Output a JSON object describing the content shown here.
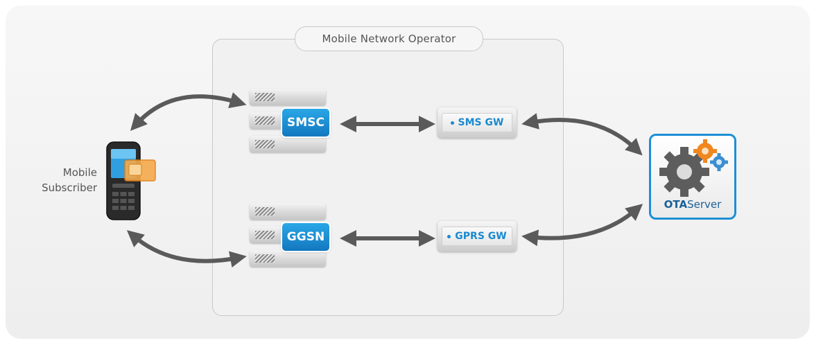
{
  "operator_label": "Mobile Network Operator",
  "subscriber": {
    "line1": "Mobile",
    "line2": "Subscriber"
  },
  "nodes": {
    "smsc": "SMSC",
    "ggsn": "GGSN",
    "sms_gw": "SMS GW",
    "gprs_gw": "GPRS GW"
  },
  "ota": {
    "bold": "OTA",
    "rest": "Server"
  },
  "colors": {
    "accent": "#1b8fd6",
    "arrow": "#5a5a5a",
    "gear_orange": "#f0871f"
  }
}
